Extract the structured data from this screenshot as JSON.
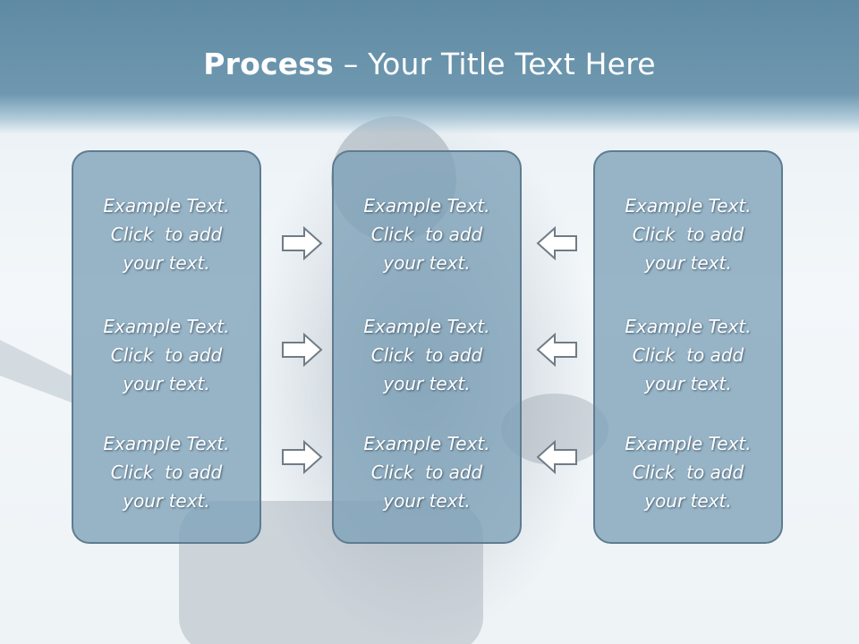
{
  "slide": {
    "title_bold": "Process",
    "title_separator": " – ",
    "title_rest": "Your Title Text Here"
  },
  "columns": [
    {
      "entries": [
        {
          "line1": "Example Text.",
          "line2": "Click  to add",
          "line3": "your text."
        },
        {
          "line1": "Example Text.",
          "line2": "Click  to add",
          "line3": "your text."
        },
        {
          "line1": "Example Text.",
          "line2": "Click  to add",
          "line3": "your text."
        }
      ]
    },
    {
      "entries": [
        {
          "line1": "Example Text.",
          "line2": "Click  to add",
          "line3": "your text."
        },
        {
          "line1": "Example Text.",
          "line2": "Click  to add",
          "line3": "your text."
        },
        {
          "line1": "Example Text.",
          "line2": "Click  to add",
          "line3": "your text."
        }
      ]
    },
    {
      "entries": [
        {
          "line1": "Example Text.",
          "line2": "Click  to add",
          "line3": "your text."
        },
        {
          "line1": "Example Text.",
          "line2": "Click  to add",
          "line3": "your text."
        },
        {
          "line1": "Example Text.",
          "line2": "Click  to add",
          "line3": "your text."
        }
      ]
    }
  ],
  "arrows": {
    "left_group": [
      "right-arrow-icon",
      "right-arrow-icon",
      "right-arrow-icon"
    ],
    "right_group": [
      "left-arrow-icon",
      "left-arrow-icon",
      "left-arrow-icon"
    ]
  },
  "colors": {
    "title_bar": "#6f98b0",
    "box_fill": "#7ea1b8",
    "box_border": "#5f7c90",
    "text": "#ffffff"
  }
}
